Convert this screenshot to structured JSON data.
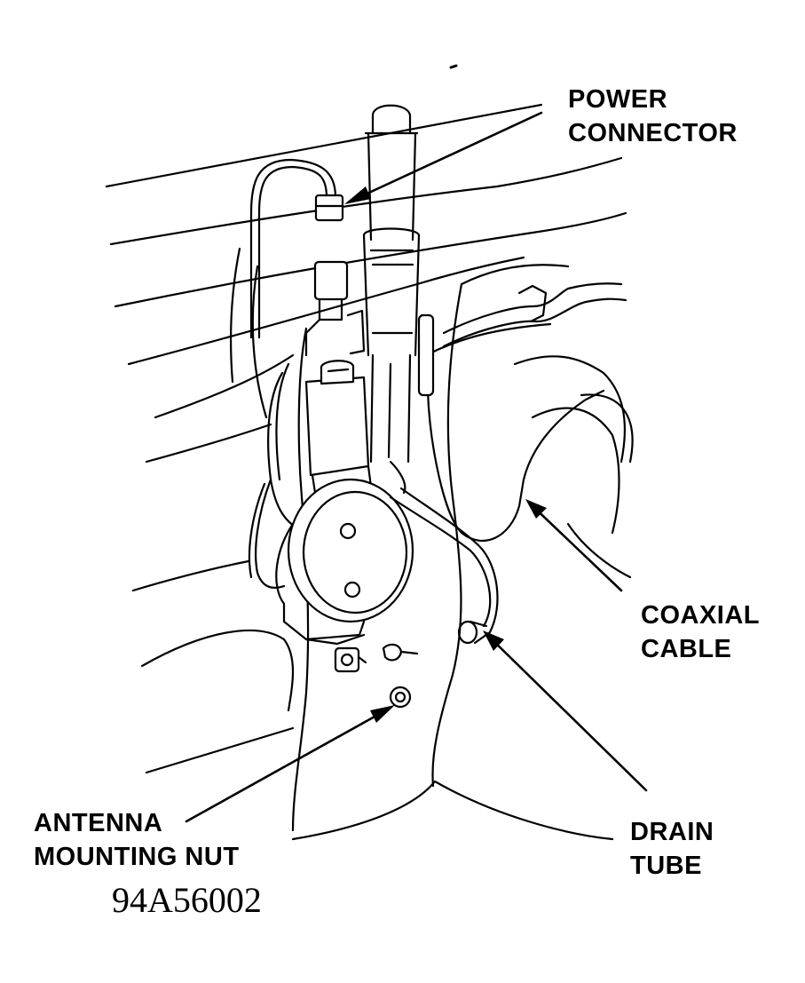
{
  "labels": {
    "power_connector": [
      "POWER",
      "CONNECTOR"
    ],
    "coaxial_cable": [
      "COAXIAL",
      "CABLE"
    ],
    "drain_tube": [
      "DRAIN",
      "TUBE"
    ],
    "antenna_mounting_nut": [
      "ANTENNA",
      "MOUNTING NUT"
    ]
  },
  "figure_number": "94A56002"
}
